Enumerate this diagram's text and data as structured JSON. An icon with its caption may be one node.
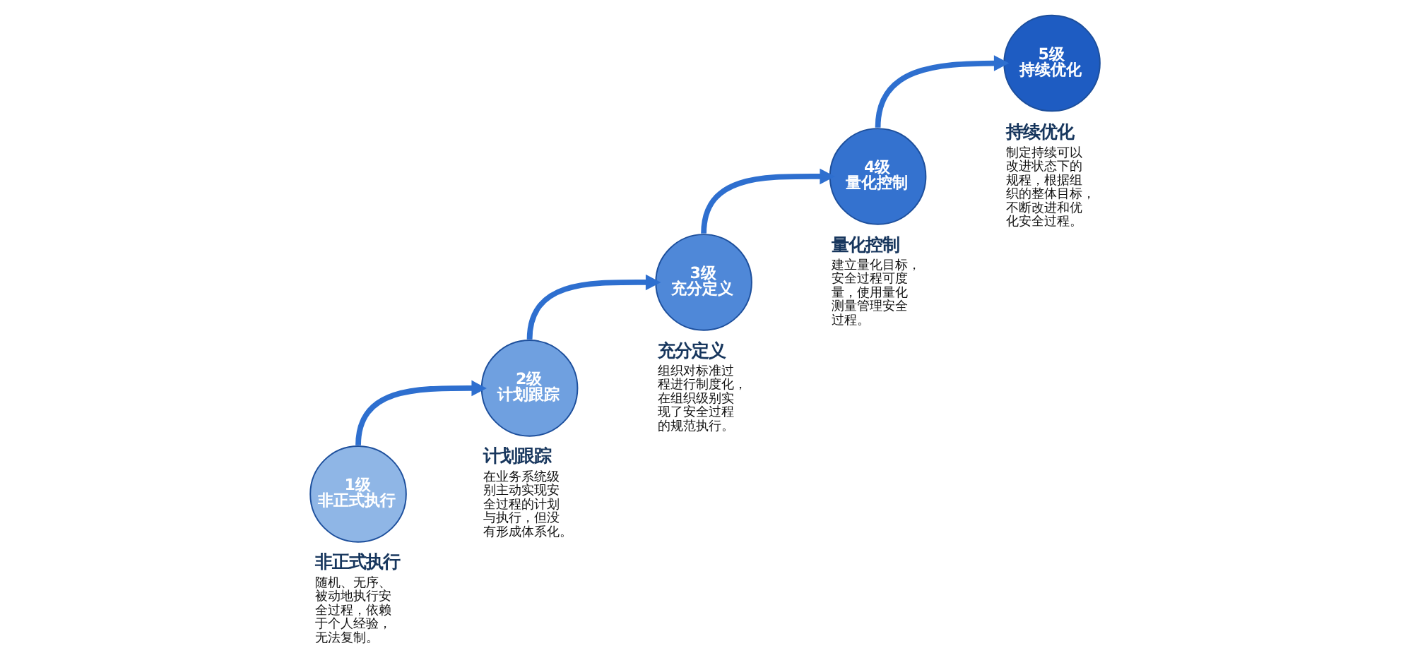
{
  "diagram": {
    "nodes": [
      {
        "text": [
          "1级",
          "非正式执行"
        ],
        "beside": [
          "非正式执行",
          "随机、无序、被动地执行安全过程，依赖于个人经验，无法复制。"
        ]
      },
      {
        "text": [
          "2级",
          "计划跟踪"
        ],
        "beside": [
          "计划跟踪",
          "在业务系统级别主动实现安全过程的计划与执行，但没有形成体系化。"
        ]
      },
      {
        "text": [
          "3级",
          "充分定义"
        ],
        "beside": [
          "充分定义",
          "组织对标准过程进行制度化，在组织级别实现了安全过程的规范执行。"
        ]
      },
      {
        "text": [
          "4级",
          "量化控制"
        ],
        "beside": [
          "量化控制",
          "建立量化目标，安全过程可度量，使用量化测量管理安全过程。"
        ]
      },
      {
        "text": [
          "5级",
          "持续优化"
        ],
        "beside": [
          "持续优化",
          "制定持续可以改进状态下的规程，根据组织的整体目标，不断改进和优化安全过程。"
        ]
      }
    ],
    "edges": [
      {
        "from": 0,
        "to": 1,
        "arrow": "to"
      },
      {
        "from": 1,
        "to": 2,
        "arrow": "to"
      },
      {
        "from": 2,
        "to": 3,
        "arrow": "to"
      },
      {
        "from": 3,
        "to": 4,
        "arrow": "to"
      }
    ]
  }
}
